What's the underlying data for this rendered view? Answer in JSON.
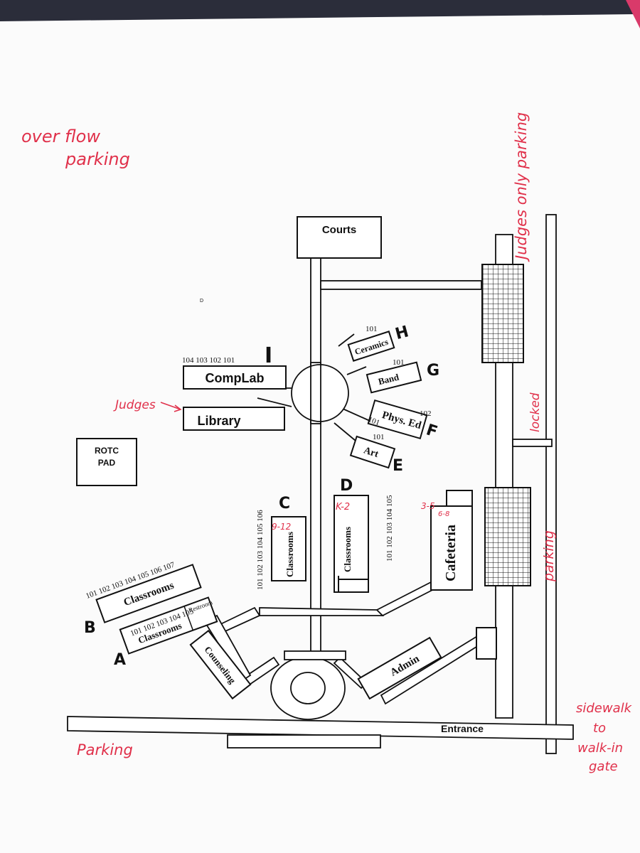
{
  "map": {
    "buildings": {
      "courts": "Courts",
      "complab": "CompLab",
      "library": "Library",
      "rotc_line1": "ROTC",
      "rotc_line2": "PAD",
      "ceramics": "Ceramics",
      "band": "Band",
      "phys_ed": "Phys. Ed",
      "art": "Art",
      "classrooms_c": "Classrooms",
      "classrooms_d": "Classrooms",
      "cafeteria": "Cafeteria",
      "classrooms_b": "Classrooms",
      "classrooms_a": "Classrooms",
      "restroom": "Restroom",
      "counseling": "Counseling",
      "admin": "Admin",
      "entrance": "Entrance"
    },
    "letters": {
      "i": "I",
      "h": "H",
      "g": "G",
      "f": "F",
      "e": "E",
      "c": "C",
      "d": "D",
      "b": "B",
      "a": "A"
    },
    "rooms": {
      "i": "104 103 102 101",
      "h": "101",
      "g": "101",
      "f_102": "102",
      "f_101": "101",
      "e": "101",
      "c": "101 102 103 104 105 106",
      "d": "101 102 103 104 105",
      "b": "101 102 103 104 105 106 107",
      "a": "101 102 103 104 105"
    },
    "small_mark": "D",
    "handwritten": {
      "overflow_line1": "over flow",
      "overflow_line2": "parking",
      "judges_only": "Judges only parking",
      "judges": "Judges",
      "locked": "locked",
      "parking_right": "parking",
      "parking_left": "Parking",
      "grade_c": "9-12",
      "grade_d": "K-2",
      "grade_caf_1": "3-5",
      "grade_caf_2": "6-8",
      "sidewalk_1": "sidewalk",
      "sidewalk_2": "to",
      "sidewalk_3": "walk-in",
      "sidewalk_4": "gate"
    },
    "colors": {
      "ink": "#111111",
      "annotation": "#e0304a",
      "paper": "#ffffff"
    }
  }
}
